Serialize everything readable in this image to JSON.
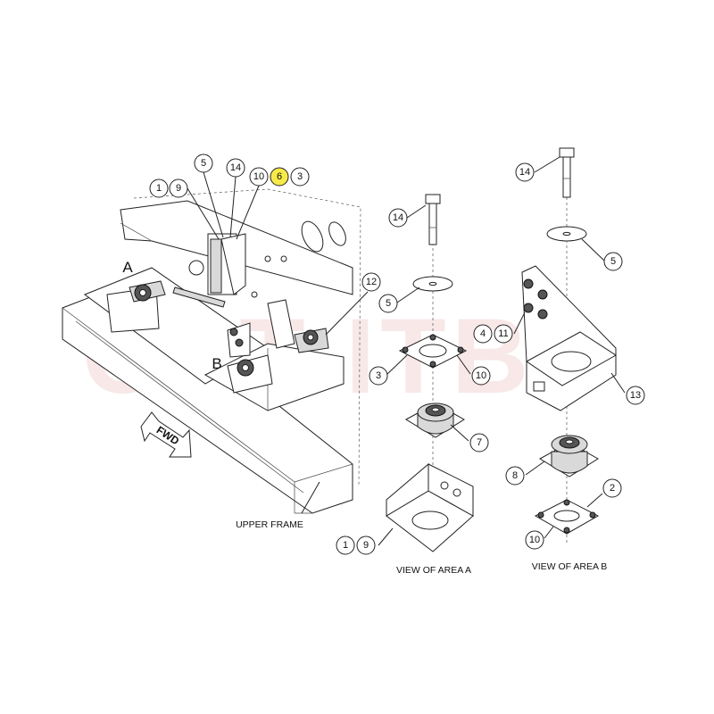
{
  "watermark": "CAT-ITB",
  "colors": {
    "highlight": "#f7e94a",
    "callout_fill": "#ffffff",
    "line": "#222222"
  },
  "callouts": {
    "main": [
      "1",
      "9",
      "5",
      "14",
      "10",
      "6",
      "3",
      "12"
    ],
    "area_a": [
      "14",
      "5",
      "3",
      "10",
      "7",
      "1",
      "9"
    ],
    "area_b": [
      "14",
      "5",
      "4",
      "11",
      "13",
      "8",
      "2",
      "10"
    ]
  },
  "highlighted_callout": "6",
  "labels": {
    "area_a_letter": "A",
    "area_b_letter": "B",
    "fwd": "FWD",
    "upper_frame": "UPPER FRAME",
    "view_a": "VIEW OF AREA A",
    "view_b": "VIEW OF AREA  B"
  }
}
